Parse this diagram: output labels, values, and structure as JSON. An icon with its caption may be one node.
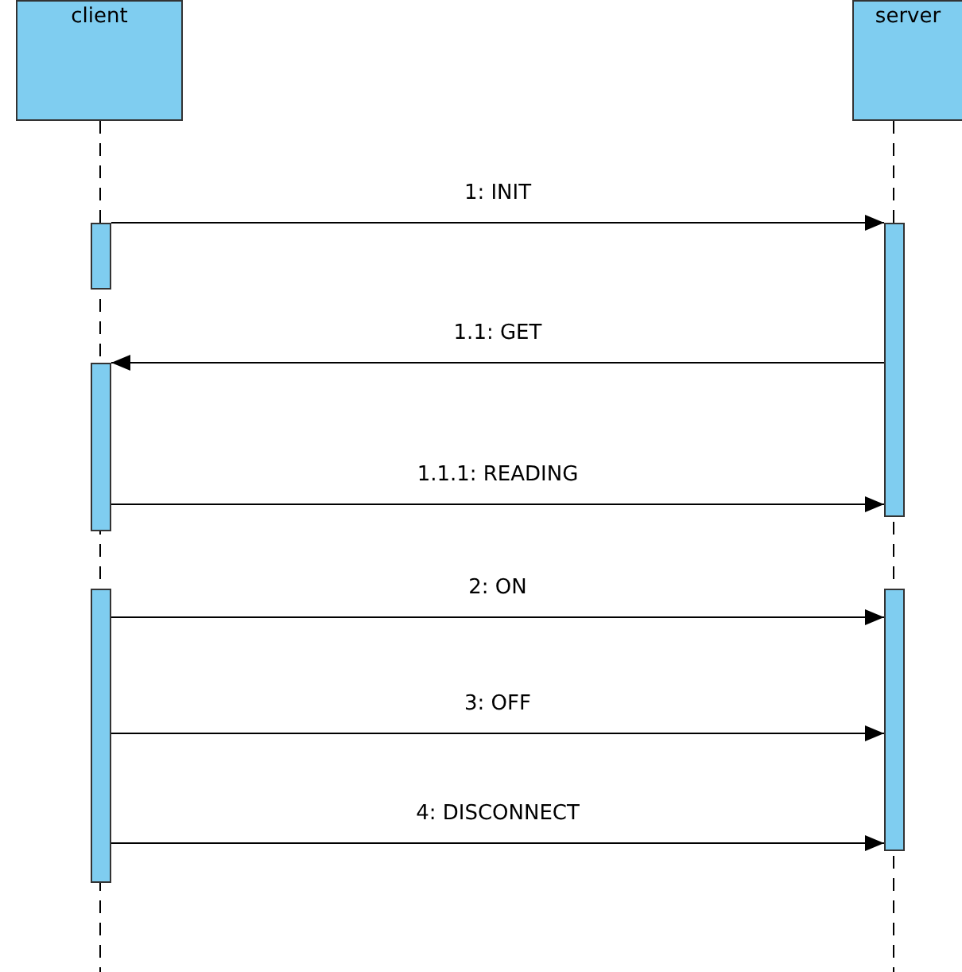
{
  "diagram": {
    "nodes": [
      {
        "text": [
          "client"
        ]
      },
      {
        "text": [
          "server"
        ]
      },
      {
        "text": [],
        "shape": "bar"
      },
      {
        "text": [],
        "shape": "bar"
      },
      {
        "text": [],
        "shape": "bar"
      },
      {
        "text": [],
        "shape": "bar"
      },
      {
        "text": [],
        "shape": "bar"
      }
    ],
    "edges": [
      {
        "from": 2,
        "to": 5,
        "arrow": "to",
        "label": "1: INIT"
      },
      {
        "from": 5,
        "to": 3,
        "arrow": "to",
        "label": "1.1: GET"
      },
      {
        "from": 3,
        "to": 5,
        "arrow": "to",
        "label": "1.1.1: READING"
      },
      {
        "from": 4,
        "to": 6,
        "arrow": "to",
        "label": "2: ON"
      },
      {
        "from": 4,
        "to": 6,
        "arrow": "to",
        "label": "3: OFF"
      },
      {
        "from": 4,
        "to": 6,
        "arrow": "to",
        "label": "4: DISCONNECT"
      }
    ]
  }
}
